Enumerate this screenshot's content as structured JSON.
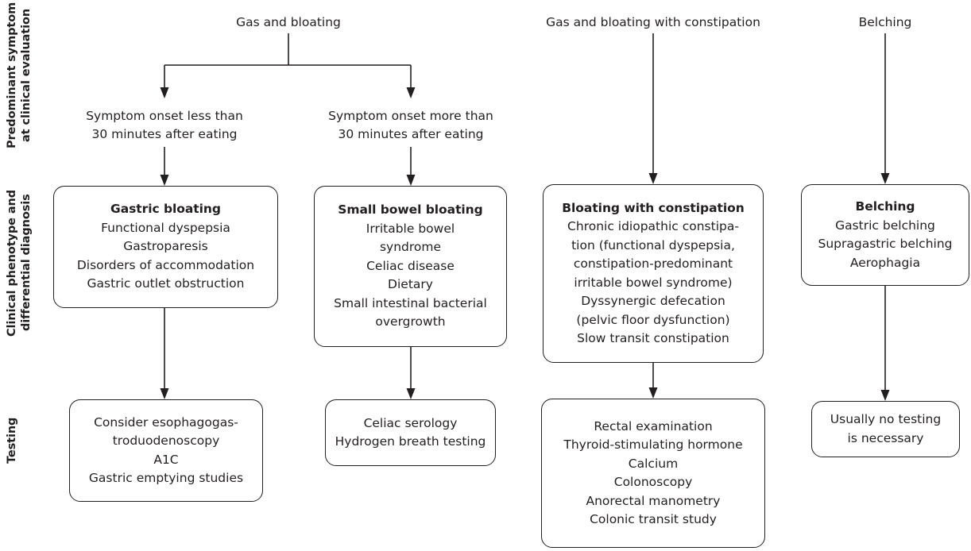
{
  "diagram": {
    "title_present": false,
    "ink_color": "#231f20",
    "background": "#ffffff",
    "row_labels": [
      {
        "id": "row-symptom",
        "text": "Predominant symptom\nat clinical evaluation"
      },
      {
        "id": "row-phenotype",
        "text": "Clinical phenotype and\ndifferential diagnosis"
      },
      {
        "id": "row-testing",
        "text": "Testing"
      }
    ],
    "top_nodes": [
      {
        "id": "top-gas-bloating",
        "text": "Gas and bloating"
      },
      {
        "id": "top-gas-bloating-constipation",
        "text": "Gas and bloating with constipation"
      },
      {
        "id": "top-belching",
        "text": "Belching"
      }
    ],
    "branch_nodes": [
      {
        "id": "branch-onset-less",
        "text": "Symptom onset less than\n30 minutes after eating"
      },
      {
        "id": "branch-onset-more",
        "text": "Symptom onset more than\n30 minutes after eating"
      }
    ],
    "phenotype_boxes": [
      {
        "id": "phenotype-gastric-bloating",
        "heading": "Gastric bloating",
        "items": [
          "Functional dyspepsia",
          "Gastroparesis",
          "Disorders of accommodation",
          "Gastric outlet obstruction"
        ]
      },
      {
        "id": "phenotype-small-bowel-bloating",
        "heading": "Small bowel bloating",
        "items": [
          "Irritable bowel\nsyndrome",
          "Celiac disease",
          "Dietary",
          "Small intestinal bacterial\novergrowth"
        ]
      },
      {
        "id": "phenotype-bloating-with-constipation",
        "heading": "Bloating with constipation",
        "items": [
          "Chronic idiopathic constipa-\ntion (functional dyspepsia,\nconstipation-predominant\nirritable bowel syndrome)",
          "Dyssynergic defecation\n(pelvic floor dysfunction)",
          "Slow transit constipation"
        ]
      },
      {
        "id": "phenotype-belching",
        "heading": "Belching",
        "items": [
          "Gastric belching",
          "Supragastric belching",
          "Aerophagia"
        ]
      }
    ],
    "testing_boxes": [
      {
        "id": "testing-gastric",
        "items": [
          "Consider esophagogas-\ntroduodenoscopy",
          "A1C",
          "Gastric emptying studies"
        ]
      },
      {
        "id": "testing-small-bowel",
        "items": [
          "Celiac serology",
          "Hydrogen breath testing"
        ]
      },
      {
        "id": "testing-constipation",
        "items": [
          "Rectal examination",
          "Thyroid-stimulating hormone",
          "Calcium",
          "Colonoscopy",
          "Anorectal manometry",
          "Colonic transit study"
        ]
      },
      {
        "id": "testing-belching",
        "items": [
          "Usually no testing\nis necessary"
        ]
      }
    ]
  }
}
